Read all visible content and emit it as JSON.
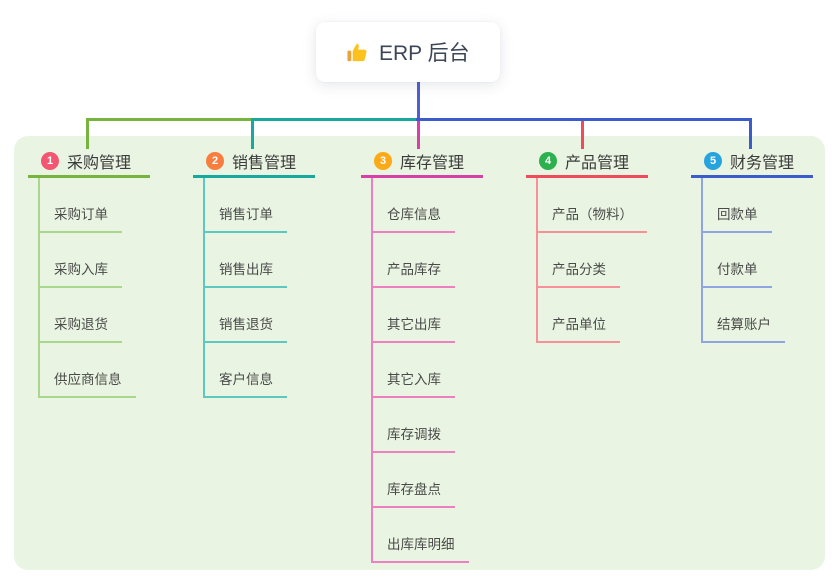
{
  "app": {
    "background_color": "#ffffff",
    "panel_background_color": "#e9f5e2"
  },
  "root": {
    "label": "ERP 后台",
    "icon": "thumbs-up-icon",
    "connector_color": "#4c60d4"
  },
  "branches": [
    {
      "index": "1",
      "label": "采购管理",
      "badge_color": "#f25670",
      "line_color": "#77b43f",
      "child_line_color": "#a9d78c",
      "children": [
        "采购订单",
        "采购入库",
        "采购退货",
        "供应商信息"
      ]
    },
    {
      "index": "2",
      "label": "销售管理",
      "badge_color": "#f87d3e",
      "line_color": "#16a99e",
      "child_line_color": "#5cc8bf",
      "children": [
        "销售订单",
        "销售出库",
        "销售退货",
        "客户信息"
      ]
    },
    {
      "index": "3",
      "label": "库存管理",
      "badge_color": "#fba917",
      "line_color": "#d840a5",
      "child_line_color": "#ee7fc0",
      "children": [
        "仓库信息",
        "产品库存",
        "其它出库",
        "其它入库",
        "库存调拨",
        "库存盘点",
        "出库库明细"
      ]
    },
    {
      "index": "4",
      "label": "产品管理",
      "badge_color": "#2db14e",
      "line_color": "#ef4b5b",
      "child_line_color": "#f79099",
      "children": [
        "产品（物料）",
        "产品分类",
        "产品单位"
      ]
    },
    {
      "index": "5",
      "label": "财务管理",
      "badge_color": "#27a3dd",
      "line_color": "#3a5ccc",
      "child_line_color": "#8fa5e2",
      "children": [
        "回款单",
        "付款单",
        "结算账户"
      ]
    }
  ]
}
